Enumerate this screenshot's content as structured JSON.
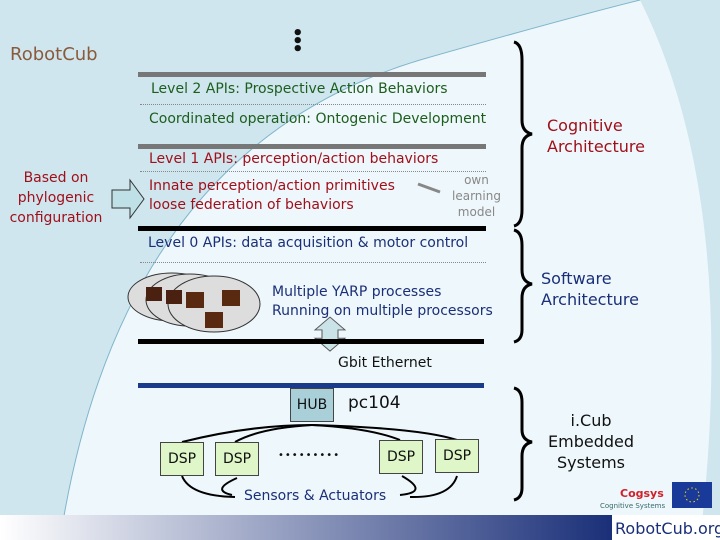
{
  "logo": {
    "text": "RobotCub"
  },
  "levels": {
    "level2": "Level 2 APIs: Prospective Action Behaviors",
    "coordinated": "Coordinated operation: Ontogenic Development",
    "level1": "Level 1 APIs: perception/action behaviors",
    "innate": "Innate perception/action primitives",
    "loose": "loose federation of behaviors",
    "own": "own",
    "learning": "learning",
    "model": "model",
    "level0": "Level 0 APIs: data acquisition & motor control"
  },
  "left_note": {
    "line1": "Based on",
    "line2": "phylogenic",
    "line3": "configuration"
  },
  "yarp": {
    "line1": "Multiple YARP processes",
    "line2": "Running on multiple processors"
  },
  "network": {
    "ethernet": "Gbit Ethernet",
    "hub": "HUB",
    "pc104": "pc104",
    "dsp": [
      "DSP",
      "DSP",
      "DSP",
      "DSP"
    ],
    "ellipsis": "•••••••••",
    "sensors": "Sensors & Actuators"
  },
  "right_labels": {
    "cog1": "Cognitive",
    "cog2": "Architecture",
    "sw1": "Software",
    "sw2": "Architecture",
    "ic1": "i.Cub",
    "ic2": "Embedded",
    "ic3": "Systems"
  },
  "footer": {
    "cogsys": "Cogsys",
    "cogsys_sub": "Cognitive Systems",
    "site": "RobotCub.org"
  },
  "colors": {
    "green": "#1d5e1d",
    "red": "#a0101a",
    "blue": "#1a2f78"
  }
}
